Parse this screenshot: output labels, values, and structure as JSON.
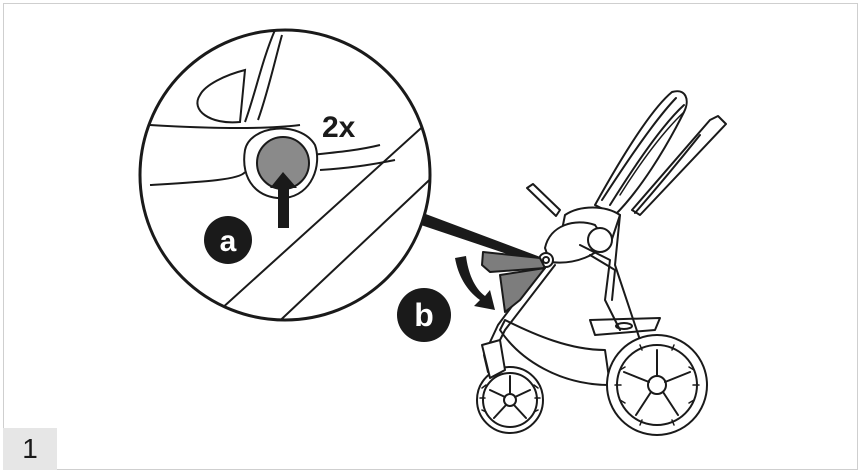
{
  "step_number": "1",
  "detail_callout": {
    "repeat_label": "2x",
    "label_a": "a"
  },
  "main_label_b": "b",
  "colors": {
    "line": "#1a1a1a",
    "button_gray": "#8a8a8a",
    "fabric_gray": "#7d7d7d",
    "step_box_bg": "#e6e6e6"
  }
}
